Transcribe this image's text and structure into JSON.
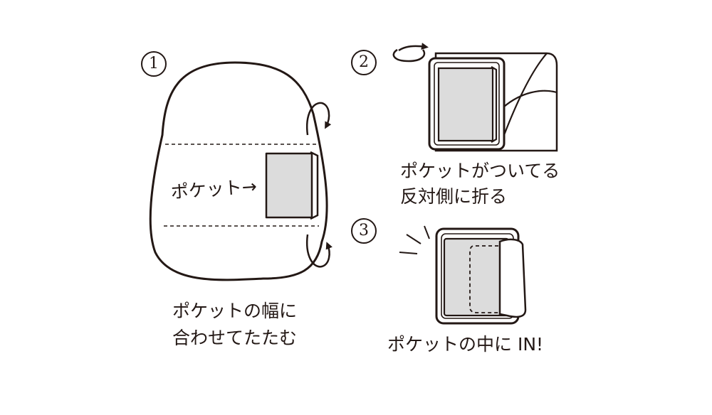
{
  "colors": {
    "ink": "#231815",
    "pocket_fill": "#dcdcdc",
    "background": "#ffffff"
  },
  "steps": [
    {
      "number": "1",
      "pocket_label": "ポケット→",
      "caption_lines": [
        "ポケットの幅に",
        "合わせてたたむ"
      ]
    },
    {
      "number": "2",
      "caption_lines": [
        "ポケットがついてる",
        "反対側に折る"
      ]
    },
    {
      "number": "3",
      "caption_lines": [
        "ポケットの中に IN!"
      ]
    }
  ]
}
